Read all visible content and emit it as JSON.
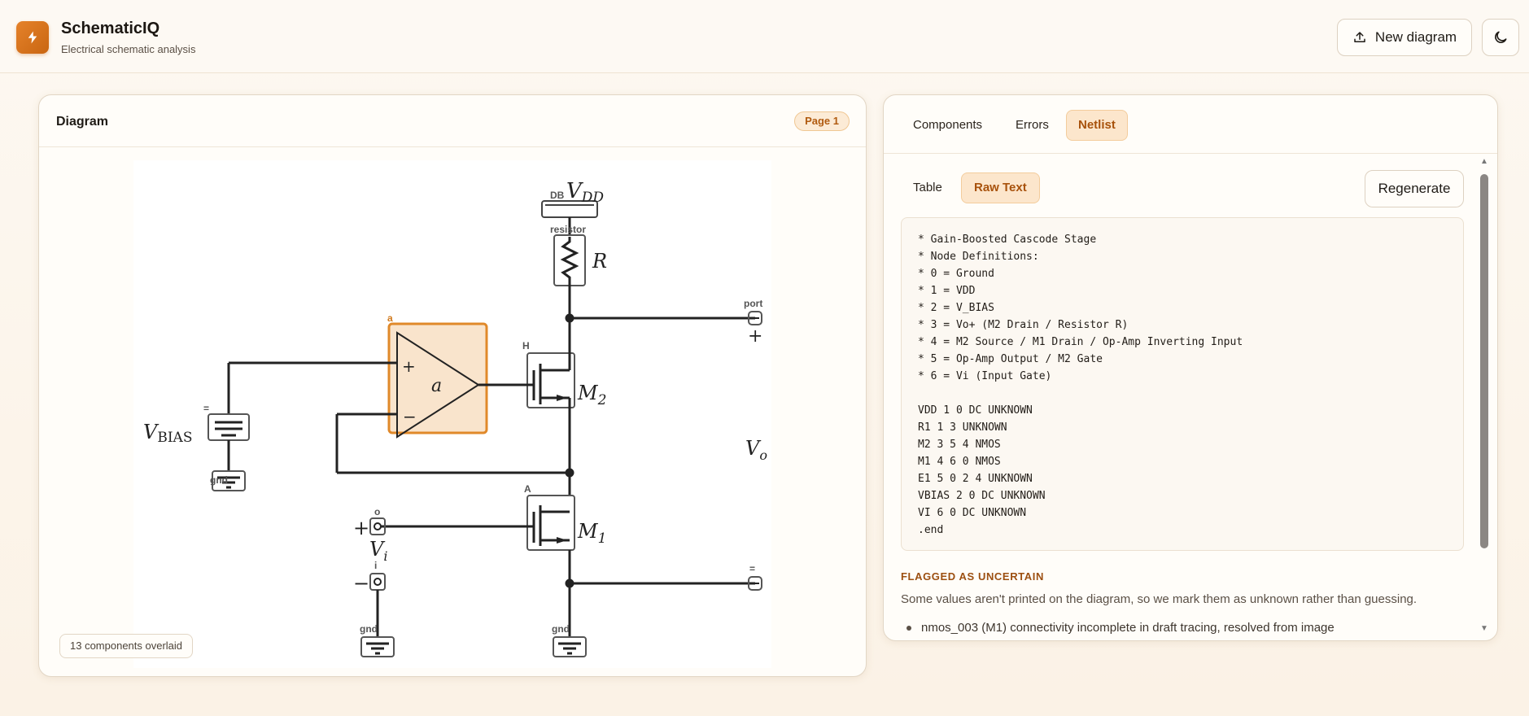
{
  "header": {
    "title": "SchematicIQ",
    "subtitle": "Electrical schematic analysis",
    "new_diagram_label": "New diagram"
  },
  "diagram_panel": {
    "title": "Diagram",
    "page_badge": "Page 1",
    "overlay_note": "13 components overlaid",
    "labels": {
      "vdd": "V",
      "vdd_sub": "DD",
      "db": "DB",
      "resistor": "resistor",
      "r": "R",
      "port": "port",
      "plus_port": "+",
      "a_tag": "a",
      "opamp_a": "a",
      "opamp_plus": "+",
      "opamp_minus": "−",
      "h": "H",
      "m2": "M",
      "m2_sub": "2",
      "eq1": "=",
      "vbias": "V",
      "vbias_sub": "BIAS",
      "gnd1": "gnd",
      "vo": "V",
      "vo_sub": "o",
      "a_upper": "A",
      "o": "o",
      "plus_vi": "+",
      "m1": "M",
      "m1_sub": "1",
      "vi": "V",
      "vi_sub": "i",
      "i": "i",
      "minus_vi": "−",
      "eq2": "=",
      "gnd2": "gnd",
      "gnd3": "gnd"
    }
  },
  "netlist_panel": {
    "tabs": [
      {
        "label": "Components",
        "active": false
      },
      {
        "label": "Errors",
        "active": false
      },
      {
        "label": "Netlist",
        "active": true
      }
    ],
    "subtabs": [
      {
        "label": "Table",
        "active": false
      },
      {
        "label": "Raw Text",
        "active": true
      }
    ],
    "regenerate_label": "Regenerate",
    "netlist_text": "* Gain-Boosted Cascode Stage\n* Node Definitions:\n* 0 = Ground\n* 1 = VDD\n* 2 = V_BIAS\n* 3 = Vo+ (M2 Drain / Resistor R)\n* 4 = M2 Source / M1 Drain / Op-Amp Inverting Input\n* 5 = Op-Amp Output / M2 Gate\n* 6 = Vi (Input Gate)\n\nVDD 1 0 DC UNKNOWN\nR1 1 3 UNKNOWN\nM2 3 5 4 NMOS\nM1 4 6 0 NMOS\nE1 5 0 2 4 UNKNOWN\nVBIAS 2 0 DC UNKNOWN\nVI 6 0 DC UNKNOWN\n.end",
    "flag_title": "FLAGGED AS UNCERTAIN",
    "flag_desc": "Some values aren't printed on the diagram, so we mark them as unknown rather than guessing.",
    "flag_items": [
      "nmos_003 (M1) connectivity incomplete in draft tracing, resolved from image"
    ]
  },
  "colors": {
    "accent": "#c96612",
    "highlight": "#e8922f"
  }
}
